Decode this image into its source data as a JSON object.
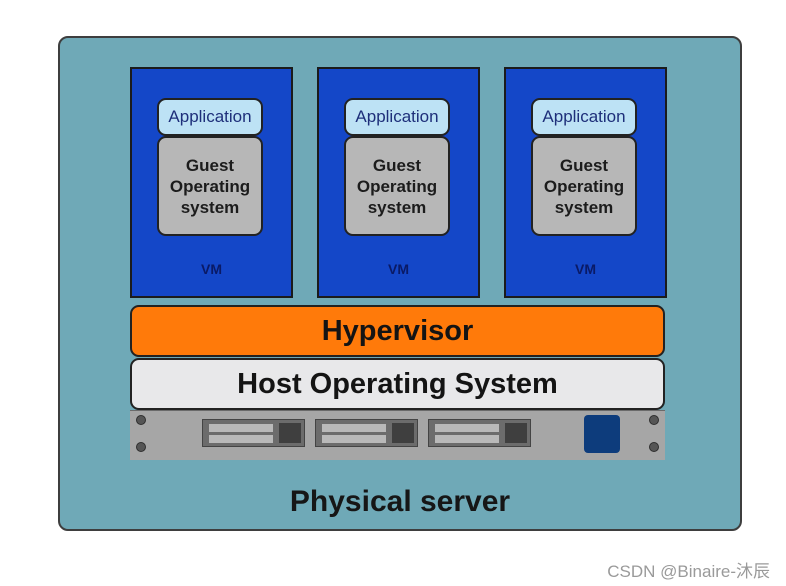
{
  "diagram": {
    "vms": [
      {
        "application": "Application",
        "guest_os": [
          "Guest",
          "Operating",
          "system"
        ],
        "label": "VM"
      },
      {
        "application": "Application",
        "guest_os": [
          "Guest",
          "Operating",
          "system"
        ],
        "label": "VM"
      },
      {
        "application": "Application",
        "guest_os": [
          "Guest",
          "Operating",
          "system"
        ],
        "label": "VM"
      }
    ],
    "hypervisor": "Hypervisor",
    "host_os": "Host Operating System",
    "physical_server": "Physical server"
  },
  "watermark": "CSDN @Binaire-沐辰",
  "colors": {
    "server_bg": "#6fa9b7",
    "vm_bg": "#1447c8",
    "application_bg": "#bde2f5",
    "guest_os_bg": "#b7b7b7",
    "hypervisor_bg": "#ff7a0a",
    "host_os_bg": "#e8e8ea",
    "hardware_bg": "#a6a6a6"
  }
}
